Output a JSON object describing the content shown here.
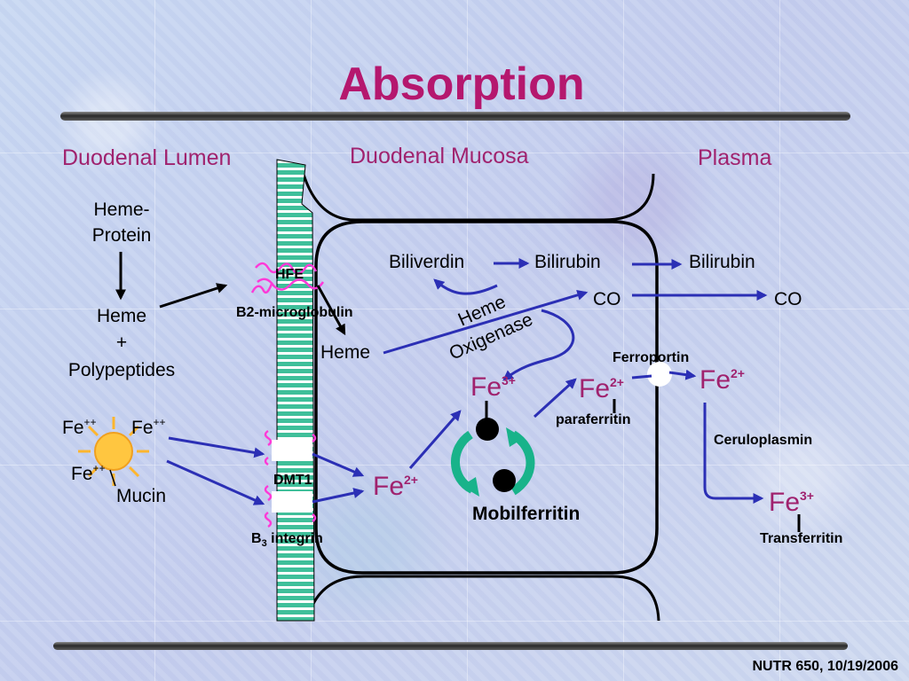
{
  "title": "Absorption",
  "headers": {
    "lumen": "Duodenal Lumen",
    "mucosa": "Duodenal Mucosa",
    "plasma": "Plasma"
  },
  "lumen": {
    "heme_protein_1": "Heme-",
    "heme_protein_2": "Protein",
    "heme": "Heme",
    "plus": "+",
    "polypeptides": "Polypeptides",
    "fe_a": "Fe",
    "fe_b": "Fe",
    "fe_c": "Fe",
    "fe_charge": "++",
    "mucin": "Mucin"
  },
  "membrane": {
    "hfe": "HFE",
    "b2m": "B2-microglobulin",
    "dmt1": "DMT1",
    "b3_prefix": "B",
    "b3_sub": "3",
    "b3_suffix": " integrin"
  },
  "mucosa": {
    "heme": "Heme",
    "biliverdin": "Biliverdin",
    "bilirubin": "Bilirubin",
    "co": "CO",
    "heme_oxigenase_1": "Heme",
    "heme_oxigenase_2": "Oxigenase",
    "fe": "Fe",
    "fe2_charge": "2+",
    "fe3_charge": "3+",
    "paraferritin": "paraferritin",
    "mobilferritin": "Mobilferritin",
    "ferroportin": "Ferroportin"
  },
  "plasma": {
    "bilirubin": "Bilirubin",
    "co": "CO",
    "fe": "Fe",
    "fe2_charge": "2+",
    "fe3_charge": "3+",
    "ceruloplasmin": "Ceruloplasmin",
    "transferritin": "Transferritin"
  },
  "footer": "NUTR 650, 10/19/2006",
  "colors": {
    "title": "#b5176e",
    "heading": "#a0226e",
    "arrow": "#2b2fb5",
    "membrane": "#3fbf9a",
    "receptor": "#ff3ad8",
    "sun": "#ffb62e",
    "cycle_arrow": "#18b38a"
  }
}
